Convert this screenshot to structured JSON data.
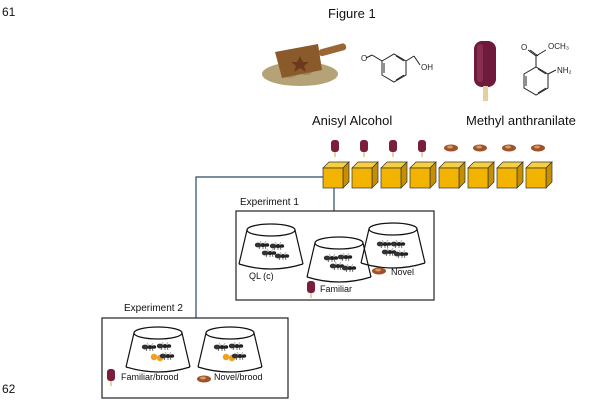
{
  "line_numbers": {
    "top": "61",
    "bottom": "62"
  },
  "figure_title": "Figure 1",
  "chemicals": {
    "anisyl": {
      "name": "Anisyl Alcohol",
      "group": "OH",
      "icon": "anise-scoop-icon"
    },
    "methyl": {
      "name": "Methyl anthranilate",
      "group_ester": "OCH₃",
      "group_amine": "NH₂",
      "icon": "grape-popsicle-icon"
    }
  },
  "cube_row": {
    "count": 8,
    "color": "#f2b400",
    "popsicle_count": 4,
    "seed_count": 4
  },
  "experiment1": {
    "label": "Experiment 1",
    "arenas": [
      {
        "label": "QL (c)"
      },
      {
        "label": "Familiar"
      },
      {
        "label": "Novel"
      }
    ]
  },
  "experiment2": {
    "label": "Experiment 2",
    "arenas": [
      {
        "label": "Familiar/brood"
      },
      {
        "label": "Novel/brood"
      }
    ]
  },
  "colors": {
    "connector": "#2a4a66",
    "box_border": "#222222",
    "cube": "#f2b400",
    "popsicle": "#7a1e3c"
  }
}
